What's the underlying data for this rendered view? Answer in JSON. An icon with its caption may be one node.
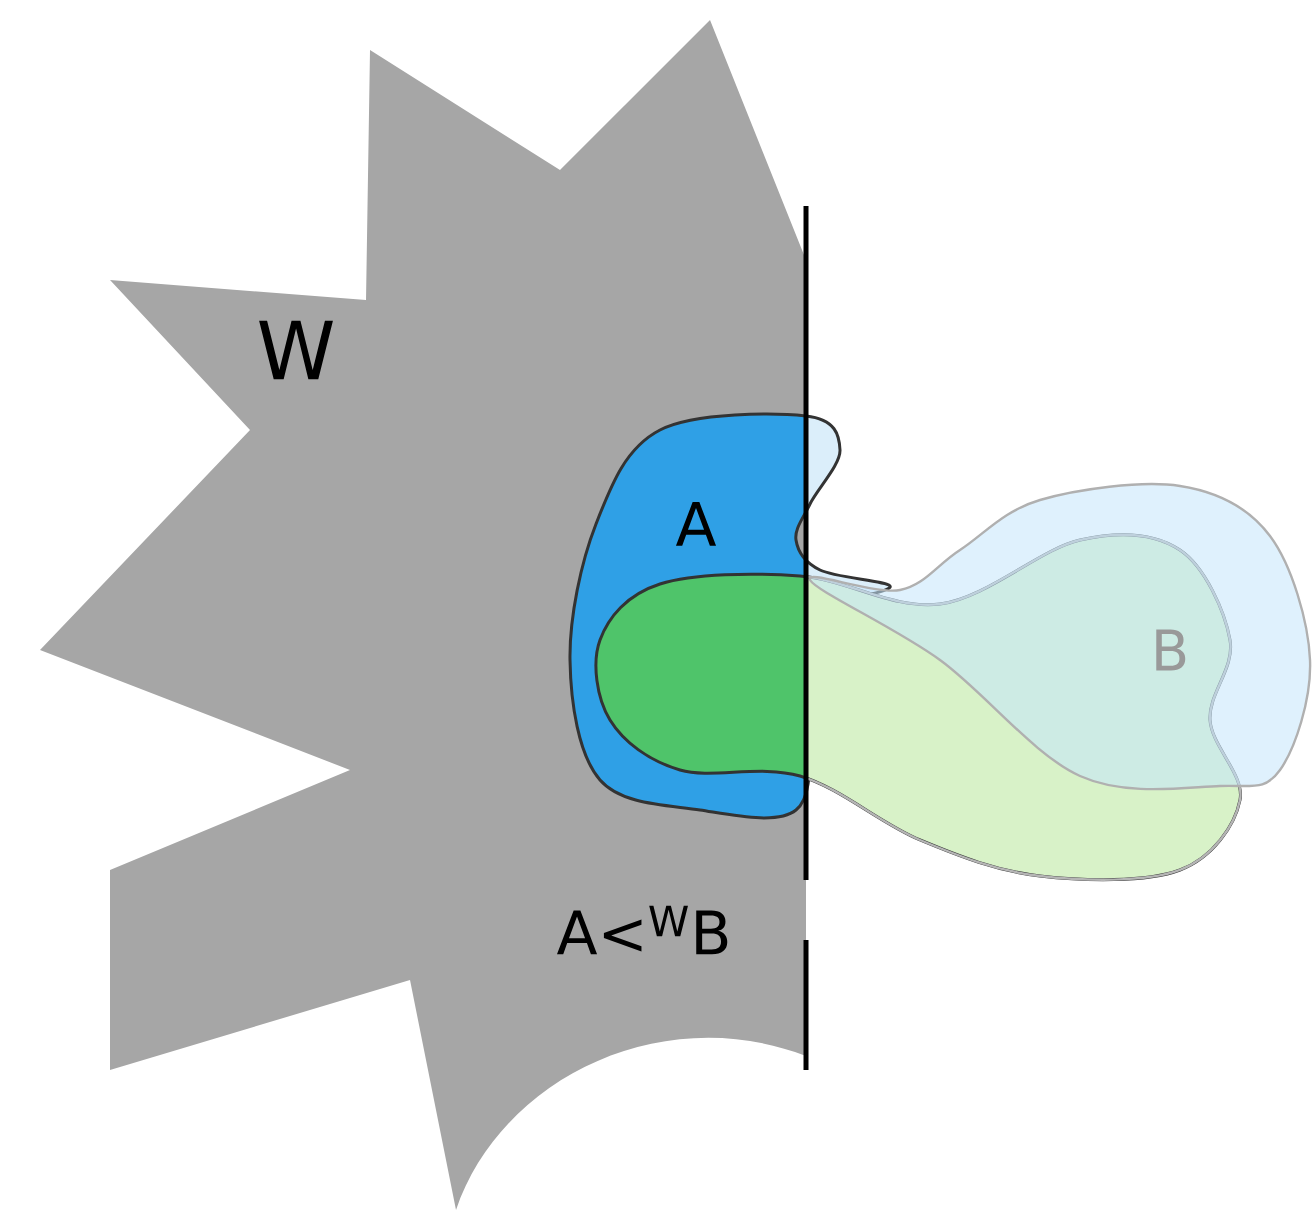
{
  "diagram": {
    "nodes": [
      {
        "text": [
          "W"
        ]
      },
      {
        "text": [
          "A"
        ]
      },
      {
        "text": [
          "B"
        ]
      }
    ],
    "labels": [
      "A<$^{W}$B"
    ]
  }
}
